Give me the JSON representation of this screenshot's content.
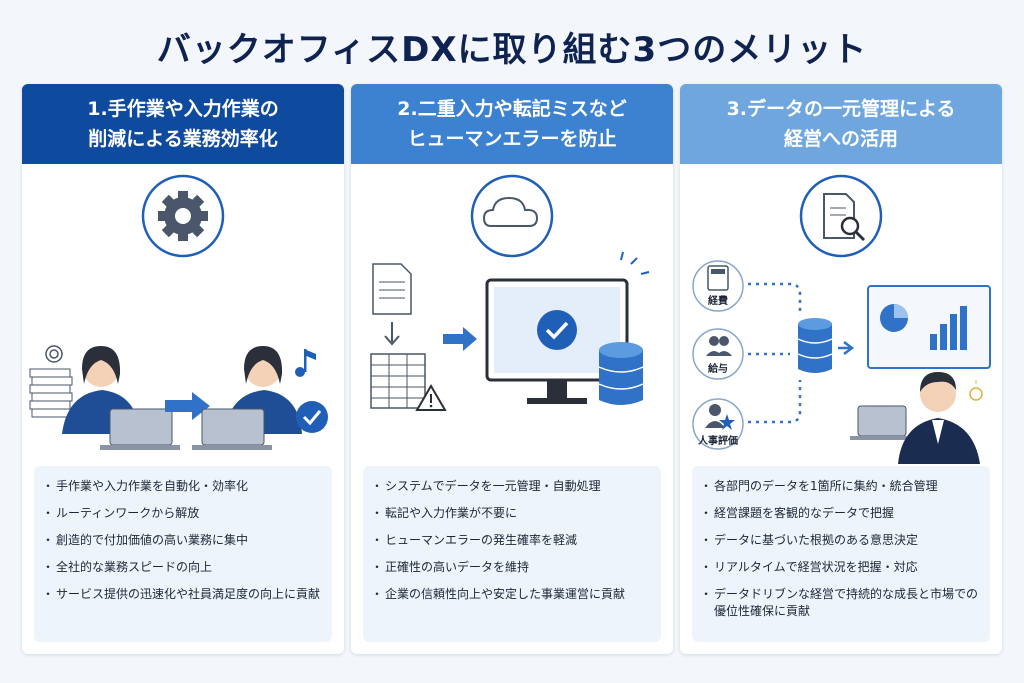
{
  "title": "バックオフィスDXに取り組む3つのメリット",
  "panels": [
    {
      "header_line1": "1.手作業や入力作業の",
      "header_line2": "削減による業務効率化",
      "icon": "gear-icon",
      "bullets": [
        "手作業や入力作業を自動化・効率化",
        "ルーティンワークから解放",
        "創造的で付加価値の高い業務に集中",
        "全社的な業務スピードの向上",
        "サービス提供の迅速化や社員満足度の向上に貢献"
      ]
    },
    {
      "header_line1": "2.二重入力や転記ミスなど",
      "header_line2": "ヒューマンエラーを防止",
      "icon": "cloud-icon",
      "bullets": [
        "システムでデータを一元管理・自動処理",
        "転記や入力作業が不要に",
        "ヒューマンエラーの発生確率を軽減",
        "正確性の高いデータを維持",
        "企業の信頼性向上や安定した事業運営に貢献"
      ]
    },
    {
      "header_line1": "3.データの一元管理による",
      "header_line2": "経営への活用",
      "icon": "document-search-icon",
      "labels": {
        "expense": "経費",
        "salary": "給与",
        "hr": "人事評価"
      },
      "bullets": [
        "各部門のデータを1箇所に集約・統合管理",
        "経営課題を客観的なデータで把握",
        "データに基づいた根拠のある意思決定",
        "リアルタイムで経営状況を把握・対応",
        "データドリブンな経営で持続的な成長と市場での優位性確保に貢献"
      ]
    }
  ],
  "colors": {
    "navy": "#0e4a9e",
    "mid_blue": "#3c82d0",
    "light_blue": "#6fa6de",
    "title": "#0f2350",
    "bullet_bg": "#eef4fc"
  }
}
